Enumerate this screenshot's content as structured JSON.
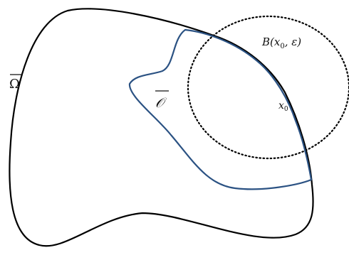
{
  "labels": {
    "omega_bar": "Ω",
    "o_bar": "𝒪",
    "ball_prefix": "B(",
    "ball_x": "x",
    "ball_x_sub": "0",
    "ball_suffix": ", ε)",
    "point_x": "x",
    "point_x_sub": "0"
  },
  "colors": {
    "omega_stroke": "#000000",
    "o_stroke": "#2b5283",
    "ball_stroke": "#000000"
  }
}
